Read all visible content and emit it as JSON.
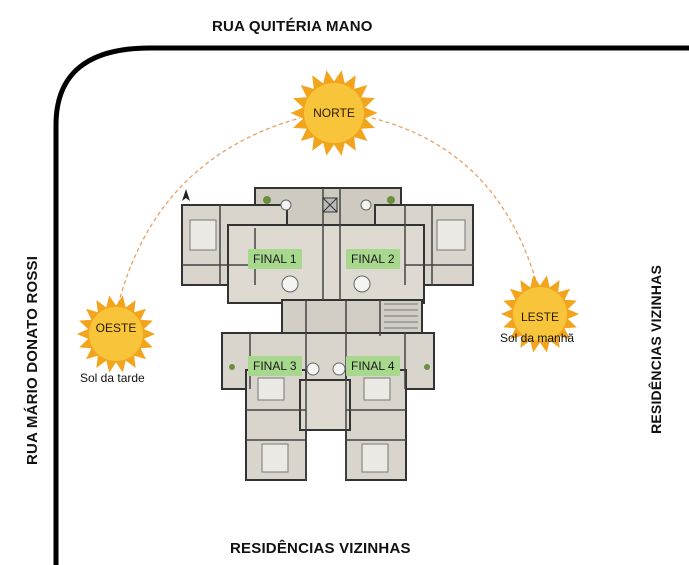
{
  "streets": {
    "top": "RUA QUITÉRIA MANO",
    "left": "RUA MÁRIO DONATO ROSSI",
    "right": "RESIDÊNCIAS VIZINHAS",
    "bottom": "RESIDÊNCIAS VIZINHAS"
  },
  "suns": {
    "north": "NORTE",
    "west": "OESTE",
    "east": "LESTE"
  },
  "captions": {
    "west": "Sol da tarde",
    "east": "Sol da manhã"
  },
  "units": [
    "FINAL 1",
    "FINAL 2",
    "FINAL 3",
    "FINAL 4"
  ],
  "compass_mark": "N",
  "colors": {
    "sun_core": "#f7c43a",
    "sun_rays": "#f2a51c",
    "arc": "#e8a060",
    "unit_label": "#a8d88e",
    "wall": "#3a3a3a",
    "floor": "#d8d4cc",
    "street_line": "#000000"
  }
}
